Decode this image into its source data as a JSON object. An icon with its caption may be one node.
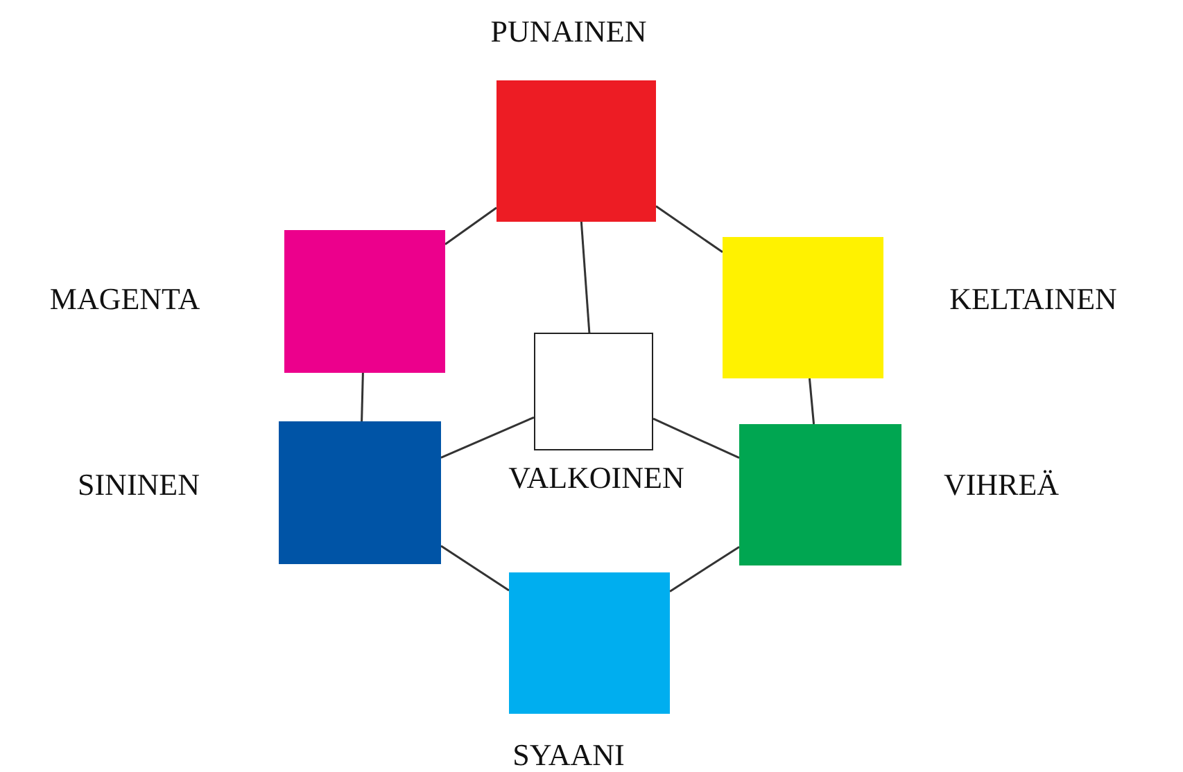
{
  "diagram": {
    "nodes": [
      {
        "text": [],
        "shape": "box",
        "beside": [
          "PUNAINEN"
        ]
      },
      {
        "text": [],
        "shape": "box",
        "beside": [
          "MAGENTA"
        ]
      },
      {
        "text": [],
        "shape": "box",
        "beside": [
          "KELTAINEN"
        ]
      },
      {
        "text": [],
        "shape": "box",
        "beside": [
          "VALKOINEN"
        ]
      },
      {
        "text": [],
        "shape": "box",
        "beside": [
          "SININEN"
        ]
      },
      {
        "text": [],
        "shape": "box",
        "beside": [
          "VIHREÄ"
        ]
      },
      {
        "text": [],
        "shape": "box",
        "beside": [
          "SYAANI"
        ]
      }
    ],
    "edges": [
      {
        "from": 0,
        "to": 1,
        "arrow": "none"
      },
      {
        "from": 0,
        "to": 2,
        "arrow": "none"
      },
      {
        "from": 0,
        "to": 3,
        "arrow": "none"
      },
      {
        "from": 1,
        "to": 4,
        "arrow": "none"
      },
      {
        "from": 2,
        "to": 5,
        "arrow": "none"
      },
      {
        "from": 4,
        "to": 3,
        "arrow": "none"
      },
      {
        "from": 3,
        "to": 5,
        "arrow": "none"
      },
      {
        "from": 4,
        "to": 6,
        "arrow": "none"
      },
      {
        "from": 5,
        "to": 6,
        "arrow": "none"
      }
    ]
  }
}
